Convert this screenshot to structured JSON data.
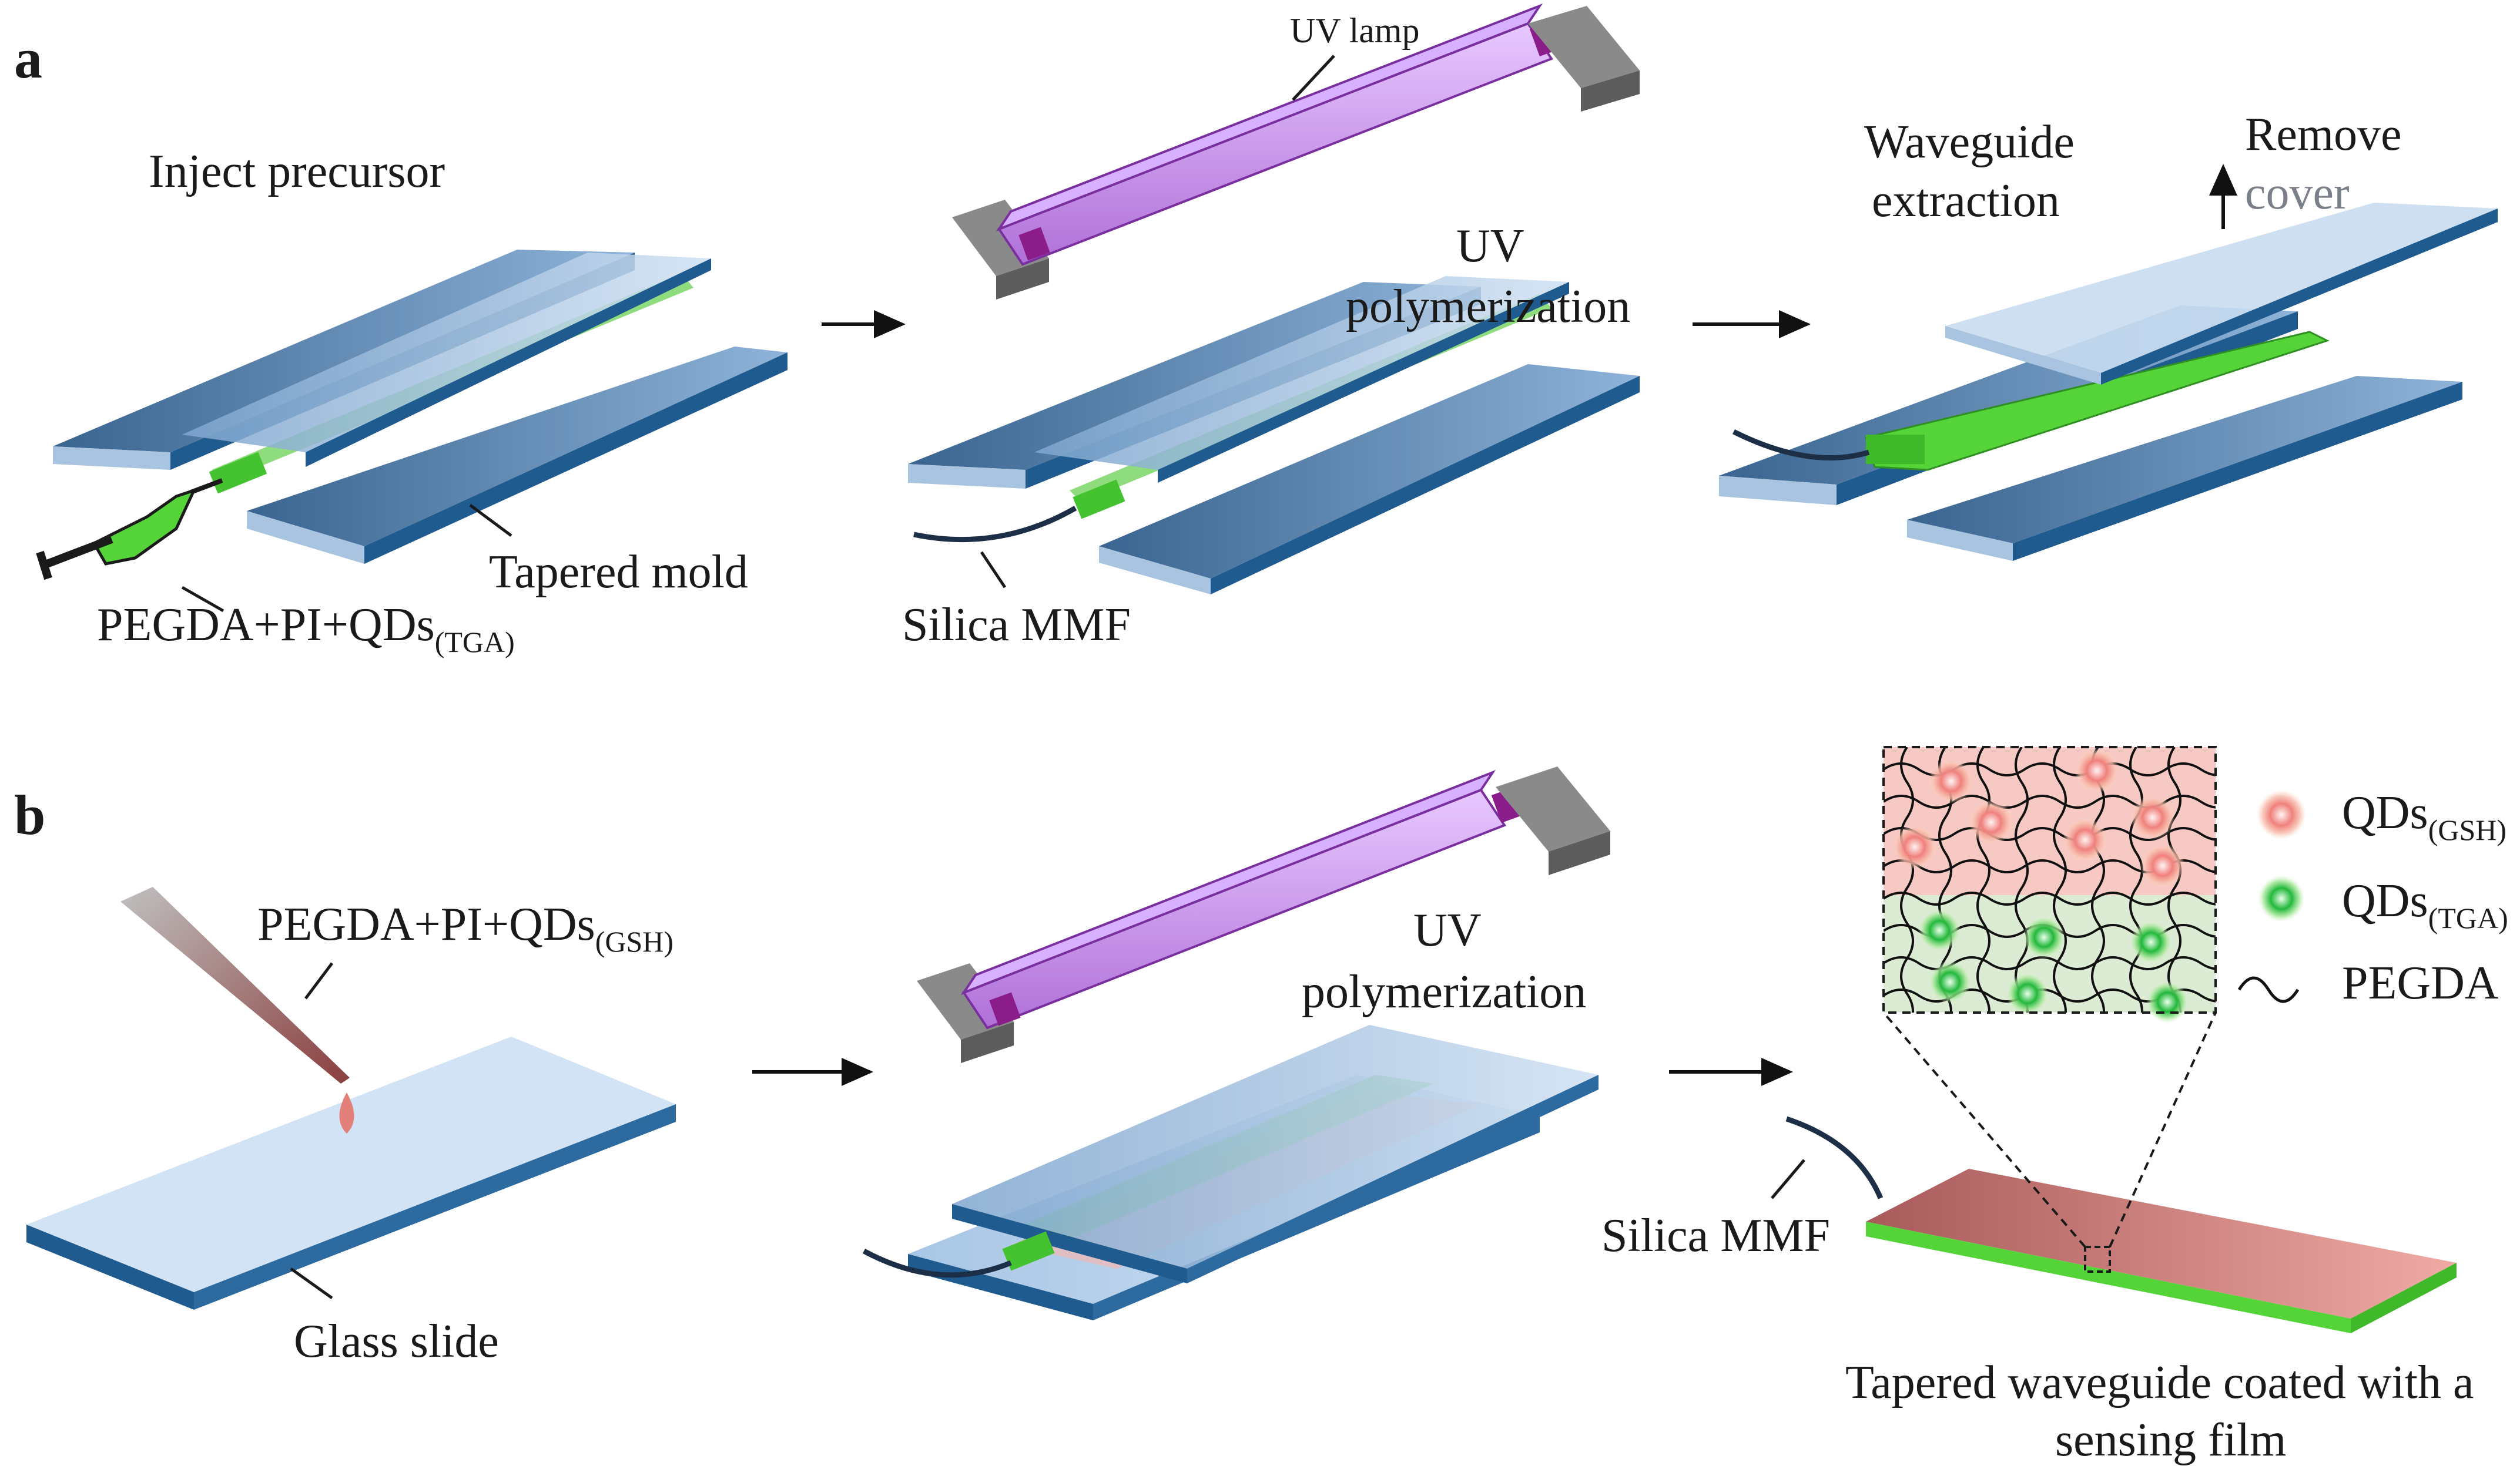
{
  "panels": {
    "a": {
      "letter": "a",
      "step1": {
        "title": "Inject precursor",
        "mold_label": "Tapered mold",
        "material_main": "PEGDA+PI+QDs",
        "material_sub": "(TGA)"
      },
      "step2": {
        "lamp_label": "UV lamp",
        "process_line1": "UV",
        "process_line2": "polymerization",
        "fiber_label": "Silica  MMF"
      },
      "step3": {
        "extraction_line1": "Waveguide",
        "extraction_line2": "extraction",
        "remove_line1": "Remove",
        "remove_line2": "cover"
      }
    },
    "b": {
      "letter": "b",
      "step1": {
        "material_main": "PEGDA+PI+QDs",
        "material_sub": "(GSH)",
        "slide_label": "Glass slide"
      },
      "step2": {
        "process_line1": "UV",
        "process_line2": "polymerization"
      },
      "step3": {
        "fiber_label": "Silica  MMF",
        "caption_line1": "Tapered waveguide coated with a",
        "caption_line2": "sensing film"
      },
      "legend": {
        "gsh_main": "QDs",
        "gsh_sub": "(GSH)",
        "tga_main": "QDs",
        "tga_sub": "(TGA)",
        "pegda": "PEGDA"
      }
    }
  },
  "colors": {
    "glass_dark": "#3f6a93",
    "glass_light": "#b9d0ea",
    "glass_edge": "#1f5b8f",
    "waveguide_green": "#55d43a",
    "sensing_film": "#d9736b",
    "lamp_purple": "#c18be6",
    "lamp_cap": "#8a1d8a",
    "holder_grey": "#7d7d7d",
    "qd_red": "#f28b88",
    "qd_green": "#2ec14a"
  },
  "icons": [
    "syringe-icon",
    "pipette-icon",
    "uv-lamp-icon",
    "arrow-right-icon",
    "arrow-up-icon"
  ]
}
